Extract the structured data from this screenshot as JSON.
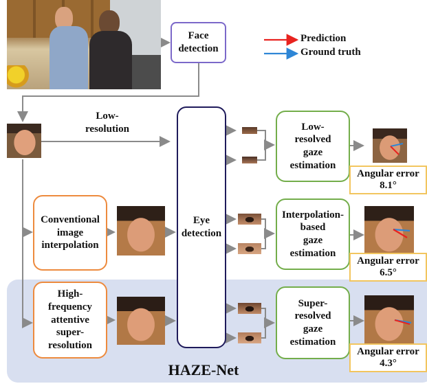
{
  "title": "",
  "colors": {
    "prediction": "#e8231f",
    "ground_truth": "#2e86d6",
    "face_detection_border": "#7b68c9",
    "eye_detection_border": "#1e1a5a",
    "module_border_orange": "#ed8a3d",
    "module_border_green": "#73ad4a",
    "error_border": "#f2c55e",
    "hazenet_background": "#d8dff0"
  },
  "legend": {
    "prediction": "Prediction",
    "ground_truth": "Ground truth"
  },
  "nodes": {
    "face_detection": "Face\ndetection",
    "eye_detection": "Eye\ndetection",
    "conventional": "Conventional\nimage\ninterpolation",
    "hfasr": "High-\nfrequency\nattentive\nsuper-\nresolution",
    "low_gaze": "Low-\nresolved\ngaze\nestimation",
    "interp_gaze": "Interpolation-\nbased\ngaze\nestimation",
    "super_gaze": "Super-\nresolved\ngaze\nestimation"
  },
  "edge_labels": {
    "low_resolution": "Low-\nresolution"
  },
  "errors": {
    "low": {
      "label": "Angular error",
      "value": "8.1°"
    },
    "interp": {
      "label": "Angular error",
      "value": "6.5°"
    },
    "super": {
      "label": "Angular error",
      "value": "4.3°"
    }
  },
  "hazenet_label": "HAZE-Net"
}
